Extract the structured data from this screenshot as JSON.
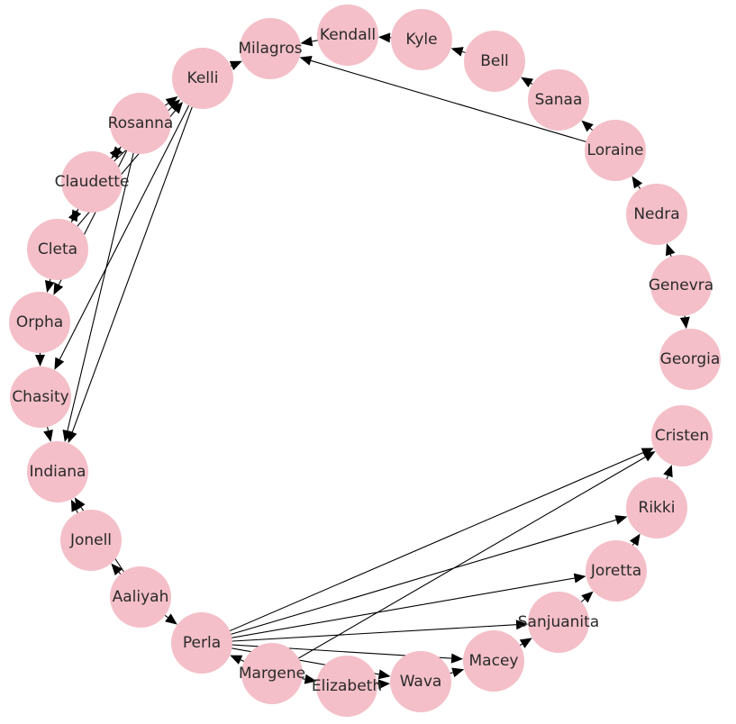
{
  "graph": {
    "node_color": "#f4bfc8",
    "edge_color": "#000000",
    "nodes": [
      "Milagros",
      "Kendall",
      "Kyle",
      "Bell",
      "Sanaa",
      "Loraine",
      "Nedra",
      "Genevra",
      "Georgia",
      "Cristen",
      "Rikki",
      "Joretta",
      "Sanjuanita",
      "Macey",
      "Wava",
      "Elizabeth",
      "Margene",
      "Perla",
      "Aaliyah",
      "Jonell",
      "Indiana",
      "Chasity",
      "Orpha",
      "Cleta",
      "Claudette",
      "Rosanna",
      "Kelli"
    ],
    "edges": [
      [
        "Kendall",
        "Milagros"
      ],
      [
        "Kyle",
        "Kendall"
      ],
      [
        "Bell",
        "Kyle"
      ],
      [
        "Sanaa",
        "Bell"
      ],
      [
        "Loraine",
        "Sanaa"
      ],
      [
        "Loraine",
        "Milagros"
      ],
      [
        "Nedra",
        "Loraine"
      ],
      [
        "Genevra",
        "Nedra"
      ],
      [
        "Genevra",
        "Georgia"
      ],
      [
        "Rikki",
        "Cristen"
      ],
      [
        "Joretta",
        "Rikki"
      ],
      [
        "Sanjuanita",
        "Joretta"
      ],
      [
        "Macey",
        "Sanjuanita"
      ],
      [
        "Wava",
        "Macey"
      ],
      [
        "Elizabeth",
        "Wava"
      ],
      [
        "Margene",
        "Elizabeth"
      ],
      [
        "Margene",
        "Perla"
      ],
      [
        "Margene",
        "Cristen"
      ],
      [
        "Perla",
        "Cristen"
      ],
      [
        "Perla",
        "Rikki"
      ],
      [
        "Perla",
        "Joretta"
      ],
      [
        "Perla",
        "Sanjuanita"
      ],
      [
        "Perla",
        "Macey"
      ],
      [
        "Perla",
        "Wava"
      ],
      [
        "Aaliyah",
        "Perla"
      ],
      [
        "Aaliyah",
        "Jonell"
      ],
      [
        "Jonell",
        "Indiana"
      ],
      [
        "Aaliyah",
        "Indiana"
      ],
      [
        "Chasity",
        "Indiana"
      ],
      [
        "Orpha",
        "Chasity"
      ],
      [
        "Cleta",
        "Orpha"
      ],
      [
        "Claudette",
        "Cleta"
      ],
      [
        "Cleta",
        "Claudette"
      ],
      [
        "Rosanna",
        "Claudette"
      ],
      [
        "Claudette",
        "Rosanna"
      ],
      [
        "Cleta",
        "Kelli"
      ],
      [
        "Rosanna",
        "Orpha"
      ],
      [
        "Rosanna",
        "Kelli"
      ],
      [
        "Claudette",
        "Kelli"
      ],
      [
        "Kelli",
        "Chasity"
      ],
      [
        "Kelli",
        "Indiana"
      ],
      [
        "Rosanna",
        "Indiana"
      ],
      [
        "Kelli",
        "Milagros"
      ]
    ]
  }
}
